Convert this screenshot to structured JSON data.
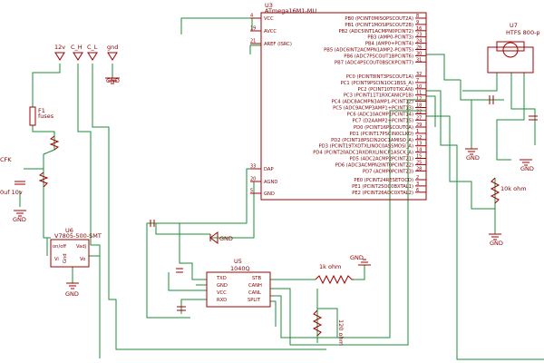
{
  "u3": {
    "ref": "U3",
    "value": "ATmega16M1-MU",
    "left_pins": [
      {
        "num": "4",
        "name": "VCC"
      },
      {
        "num": "19",
        "name": "AVCC"
      },
      {
        "num": "21",
        "name": "AREF (ISRC)"
      },
      {
        "num": "33",
        "name": "DAP"
      },
      {
        "num": "20",
        "name": "AGND"
      },
      {
        "num": "5",
        "name": "GND"
      }
    ],
    "right_pins": [
      {
        "num": "8",
        "name": "PB0 (PCINT0MISOPSCOUT2A)"
      },
      {
        "num": "9",
        "name": "PB1 (PCINT1MOSIPSCOUT2B)"
      },
      {
        "num": "16",
        "name": "PB2 (ADC5INT1ACMPN0PCINT2)"
      },
      {
        "num": "23",
        "name": "PB3 (AMP0-PCINT3)"
      },
      {
        "num": "24",
        "name": "PB4 (AMP0+PCINT4)"
      },
      {
        "num": "26",
        "name": "PB5 (ADC6INT2ACMPN1AMP2-PCINT5)"
      },
      {
        "num": "30",
        "name": "PB6 (ADC7PSCOUT1BPCINT6)"
      },
      {
        "num": "31",
        "name": "PB7 (ADC4PSCOUT0BSCKPCINT7)"
      },
      {
        "num": "32",
        "name": "PC0 (PCINT8INT3PSCOUT1A)"
      },
      {
        "num": "7",
        "name": "PC1 (PCINT9PSCIN1OC1BSS_A)"
      },
      {
        "num": "10",
        "name": "PC2 (PCINT10T0TXCAN)"
      },
      {
        "num": "11",
        "name": "PC3 (PCINT11T1RXCANICP1B)"
      },
      {
        "num": "17",
        "name": "PC4 (ADC8ACMPN3AMP1-PCINT12)"
      },
      {
        "num": "18",
        "name": "PC5 (ADC9ACMP3AMP1+PCINT13)"
      },
      {
        "num": "22",
        "name": "PC6 (ADC10ACMP1PCINT14)"
      },
      {
        "num": "27",
        "name": "PC7 (D2AAMP2+PCINT15)"
      },
      {
        "num": "29",
        "name": "PD0 (PCINT16PSCOUT0A)"
      },
      {
        "num": "1",
        "name": "PD1 (PCINT17PSCIN0CLKO)"
      },
      {
        "num": "12",
        "name": "PD2 (PCINT18PSCIN2OC1AMISO_A)"
      },
      {
        "num": "13",
        "name": "PD3 (PCINT19TXDTXLINOC0ASSMOSI_A)"
      },
      {
        "num": "14",
        "name": "PD4 (PCINT20ADC1RXDRXLINICP1ASCK_A)"
      },
      {
        "num": "15",
        "name": "PD5 (ADC2ACMP2PCINT21)"
      },
      {
        "num": "25",
        "name": "PD6 (ADC3ACMPN2INT0PCINT22)"
      },
      {
        "num": "28",
        "name": "PD7 (ACMP0PCINT23)"
      },
      {
        "num": "2",
        "name": "PE0 (PCINT24RESETOCD)"
      },
      {
        "num": "3",
        "name": "PE1 (PCINT25OC0BXTAL1)"
      },
      {
        "num": "6",
        "name": "PE2 (PCINT26ADC0XTAL2)"
      }
    ]
  },
  "connector": {
    "pins": [
      "12v",
      "C_H",
      "C_L",
      "gnd"
    ],
    "gnd_label": "GND"
  },
  "f1": {
    "ref": "F1",
    "value": "fuses"
  },
  "cap_left": {
    "ref": "CFK",
    "value": "0uf 10v"
  },
  "u6": {
    "ref": "U6",
    "value": "V7805-500-SMT",
    "pins": {
      "onoff": "on/off",
      "vadj": "Vadj",
      "vi": "Vi",
      "gnd": "Gnd",
      "vo": "Vo"
    }
  },
  "u5": {
    "ref": "U5",
    "value": "1040Q",
    "left_pins": [
      "TXD",
      "GND",
      "VCC",
      "RXD"
    ],
    "right_pins": [
      "STB",
      "CANH",
      "CANL",
      "SPLIT"
    ]
  },
  "r_1k": {
    "value": "1k ohm"
  },
  "r_120": {
    "value": "120 ohm"
  },
  "u7": {
    "ref": "U7",
    "value": "HTFS 800-p"
  },
  "r_10k": {
    "value": "10k ohm"
  },
  "gnd_labels": {
    "g_conn": "GND",
    "g_left": "GND",
    "g_reg": "GND",
    "g_u3": "GND",
    "g_1k": "GND",
    "g_u7a": "GND",
    "g_u7b": "GND",
    "g_10k": "GND"
  },
  "colors": {
    "wire": "#1e8c3a",
    "part": "#a00000",
    "text": "#800000",
    "background": "#ffffff"
  }
}
